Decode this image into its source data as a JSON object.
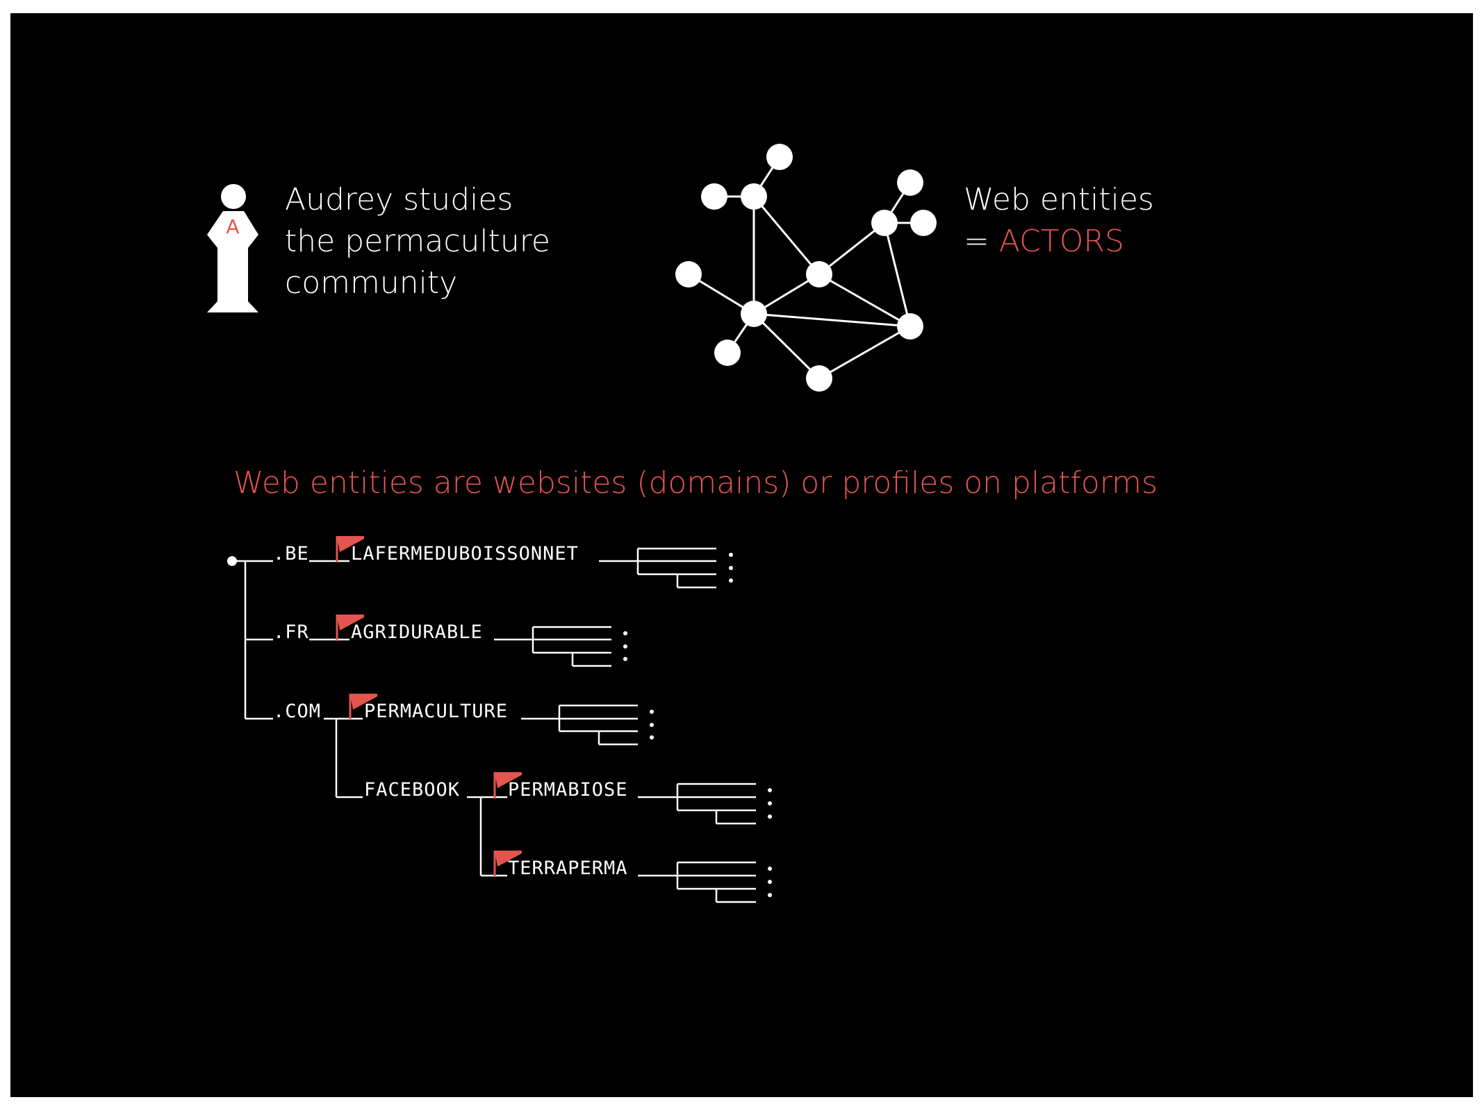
{
  "colors": {
    "background": "#000000",
    "foreground": "#ffffff",
    "accent": "#e5554f"
  },
  "person": {
    "icon": "person-icon",
    "badge": "A"
  },
  "audrey": {
    "line1": "Audrey studies",
    "line2": "the permaculture",
    "line3": "community"
  },
  "network": {
    "icon": "network-graph-icon"
  },
  "web_entities": {
    "line1": "Web entities",
    "eq": "= ",
    "actors": "ACTORS"
  },
  "subtitle": "Web entities are websites (domains) or profiles on platforms",
  "tree": {
    "root_icon": "root-dot-icon",
    "flag_icon": "flag-icon",
    "be": ".BE",
    "fr": ".FR",
    "com": ".COM",
    "facebook": "FACEBOOK",
    "lafermeduboissonnet": "LAFERMEDUBOISSONNET",
    "agridurable": "AGRIDURABLE",
    "permaculture": "PERMACULTURE",
    "permabiose": "PERMABIOSE",
    "terraperma": "TERRAPERMA"
  }
}
